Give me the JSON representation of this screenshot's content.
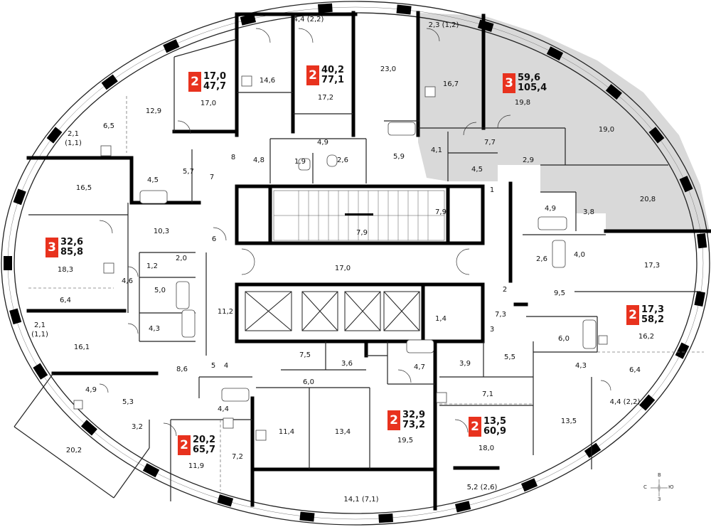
{
  "compass": {
    "top": "В",
    "left": "С",
    "right": "Ю",
    "bottom": "З"
  },
  "colors": {
    "highlight": "#d9d9d9",
    "badge": "#e8321e",
    "wall": "#000000"
  },
  "apartments": [
    {
      "rooms": "2",
      "living": "17,0",
      "total": "47,7"
    },
    {
      "rooms": "2",
      "living": "40,2",
      "total": "77,1"
    },
    {
      "rooms": "3",
      "living": "59,6",
      "total": "105,4"
    },
    {
      "rooms": "3",
      "living": "32,6",
      "total": "85,8"
    },
    {
      "rooms": "2",
      "living": "17,3",
      "total": "58,2"
    },
    {
      "rooms": "2",
      "living": "32,9",
      "total": "73,2"
    },
    {
      "rooms": "2",
      "living": "13,5",
      "total": "60,9"
    },
    {
      "rooms": "2",
      "living": "20,2",
      "total": "65,7"
    }
  ],
  "room_labels": [
    "4,4 (2,2)",
    "2,3 (1,2)",
    "14,6",
    "17,2",
    "23,0",
    "16,7",
    "19,8",
    "17,0",
    "12,9",
    "6,5",
    "2,1",
    "(1,1)",
    "19,0",
    "4,1",
    "7,7",
    "4,5",
    "2,9",
    "4,9",
    "3,8",
    "20,8",
    "4,8",
    "1,9",
    "2,6",
    "4,9",
    "5,9",
    "16,5",
    "4,5",
    "5,7",
    "10,3",
    "18,3",
    "7,9",
    "7,9",
    "1",
    "2,6",
    "4,0",
    "17,3",
    "6",
    "2,0",
    "1,2",
    "4,6",
    "5,0",
    "6,4",
    "17,0",
    "9,5",
    "11,2",
    "1,4",
    "7,3",
    "2",
    "2,1",
    "(1,1)",
    "16,1",
    "4,3",
    "6,0",
    "16,2",
    "3",
    "7,5",
    "3,6",
    "4,7",
    "3,9",
    "5,5",
    "4,3",
    "8,6",
    "5",
    "4",
    "6,4",
    "6,0",
    "7,1",
    "4,9",
    "5,3",
    "4,4",
    "3,2",
    "11,4",
    "13,4",
    "19,5",
    "18,0",
    "13,5",
    "4,4 (2,2)",
    "20,2",
    "11,9",
    "7,2",
    "14,1 (7,1)",
    "5,2 (2,6)",
    "8",
    "7"
  ]
}
